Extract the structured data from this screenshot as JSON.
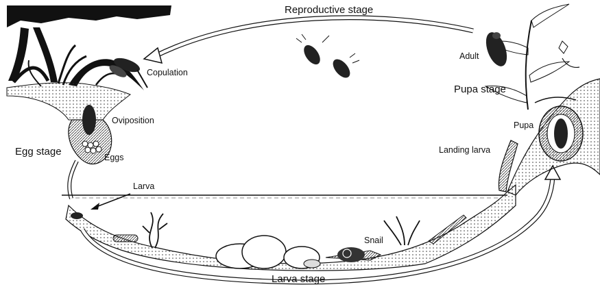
{
  "labels": {
    "reproductive_stage": "Reproductive stage",
    "pupa_stage": "Pupa stage",
    "egg_stage": "Egg stage",
    "larva_stage": "Larva stage",
    "copulation": "Copulation",
    "oviposition": "Oviposition",
    "eggs": "Eggs",
    "larva": "Larva",
    "adult": "Adult",
    "pupa": "Pupa",
    "landing_larva": "Landing larva",
    "snail": "Snail"
  },
  "colors": {
    "ink": "#111111",
    "paper": "#ffffff",
    "shade": "#555555"
  },
  "icons": [
    "firefly-icon",
    "snail-icon",
    "larva-icon",
    "pupa-icon",
    "egg-cluster-icon",
    "plant-icon",
    "rock-icon"
  ]
}
